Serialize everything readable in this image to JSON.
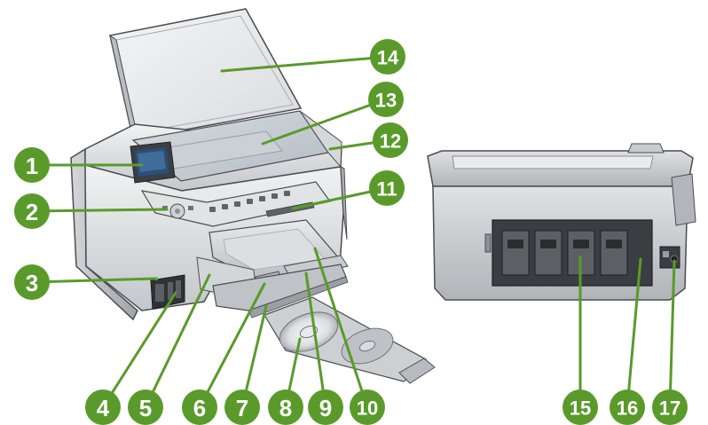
{
  "colors": {
    "callout_fill": "#5a9a2a",
    "callout_text": "#ffffff",
    "leader_line": "#5a9a2a",
    "printer_light": "#e6e8ea",
    "printer_mid": "#c6c9cc",
    "printer_dark": "#8d9196",
    "printer_outline": "#4a4d51",
    "screen": "#2b4f78"
  },
  "callouts": [
    {
      "id": "1",
      "label": "1",
      "part": "display-screen"
    },
    {
      "id": "2",
      "label": "2",
      "part": "control-panel"
    },
    {
      "id": "3",
      "label": "3",
      "part": "memory-card-slot-light"
    },
    {
      "id": "4",
      "label": "4",
      "part": "memory-card-slots"
    },
    {
      "id": "5",
      "label": "5",
      "part": "paper-tray-extender"
    },
    {
      "id": "6",
      "label": "6",
      "part": "paper-width-guide"
    },
    {
      "id": "7",
      "label": "7",
      "part": "main-input-tray"
    },
    {
      "id": "8",
      "label": "8",
      "part": "cd-dvd-holder"
    },
    {
      "id": "9",
      "label": "9",
      "part": "photo-tray"
    },
    {
      "id": "10",
      "label": "10",
      "part": "output-tray"
    },
    {
      "id": "11",
      "label": "11",
      "part": "cd-dvd-access-door"
    },
    {
      "id": "12",
      "label": "12",
      "part": "lid-backing"
    },
    {
      "id": "13",
      "label": "13",
      "part": "glass"
    },
    {
      "id": "14",
      "label": "14",
      "part": "lid"
    },
    {
      "id": "15",
      "label": "15",
      "part": "rear-access-door"
    },
    {
      "id": "16",
      "label": "16",
      "part": "usb-port"
    },
    {
      "id": "17",
      "label": "17",
      "part": "power-connection"
    }
  ]
}
